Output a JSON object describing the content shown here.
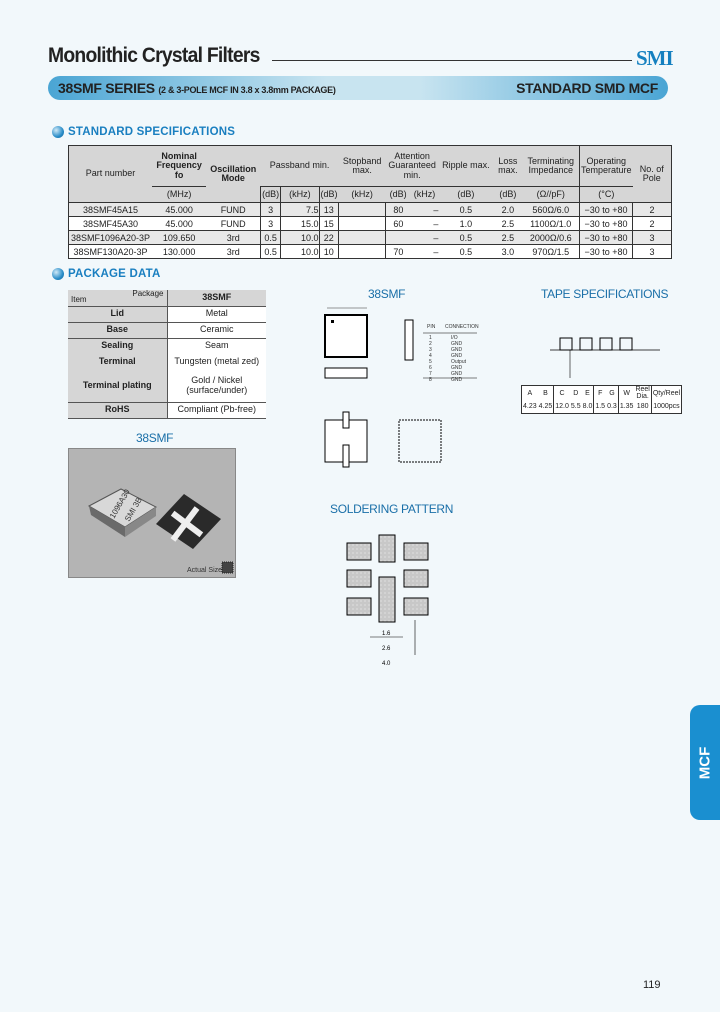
{
  "header": {
    "title": "Monolithic Crystal Filters",
    "brand": "SMI",
    "series": "38SMF SERIES",
    "series_desc": "(2 & 3-POLE MCF IN 3.8 x 3.8mm PACKAGE)",
    "category": "STANDARD SMD MCF"
  },
  "specs": {
    "title": "STANDARD SPECIFICATIONS",
    "headers": [
      "Part number",
      "Nominal Frequency fo",
      "Oscillation Mode",
      "Passband min.",
      "Stopband max.",
      "Attention Guaranteed min.",
      "Ripple max.",
      "Loss max.",
      "Terminating Impedance",
      "Operating Temperature",
      "No. of Pole"
    ],
    "units": [
      "(MHz)",
      "(dB)",
      "(kHz)",
      "(dB)",
      "(kHz)",
      "(dB)",
      "(kHz)",
      "(dB)",
      "(dB)",
      "(Ω//pF)",
      "(°C)"
    ],
    "rows": [
      [
        "38SMF45A15",
        "45.000",
        "FUND",
        "3",
        "7.5",
        "13",
        "",
        "80",
        "–",
        "0.5",
        "2.0",
        "560Ω/6.0",
        "−30 to +80",
        "2"
      ],
      [
        "38SMF45A30",
        "45.000",
        "FUND",
        "3",
        "15.0",
        "15",
        "",
        "60",
        "–",
        "1.0",
        "2.5",
        "1100Ω/1.0",
        "−30 to +80",
        "2"
      ],
      [
        "38SMF1096A20-3P",
        "109.650",
        "3rd",
        "0.5",
        "10.0",
        "22",
        "",
        "",
        "–",
        "0.5",
        "2.5",
        "2000Ω/0.6",
        "−30 to +80",
        "3"
      ],
      [
        "38SMF130A20-3P",
        "130.000",
        "3rd",
        "0.5",
        "10.0",
        "10",
        "",
        "70",
        "–",
        "0.5",
        "3.0",
        "970Ω/1.5",
        "−30 to +80",
        "3"
      ]
    ]
  },
  "package": {
    "title": "PACKAGE DATA",
    "corner_item": "Item",
    "corner_package": "Package",
    "column": "38SMF",
    "rows": [
      [
        "Lid",
        "Metal"
      ],
      [
        "Base",
        "Ceramic"
      ],
      [
        "Sealing",
        "Seam"
      ],
      [
        "Terminal",
        "Tungsten (metal zed)"
      ],
      [
        "Terminal plating",
        "Gold / Nickel (surface/under)"
      ],
      [
        "RoHS",
        "Compliant (Pb-free)"
      ]
    ]
  },
  "photo": {
    "caption": "38SMF",
    "marking_1": "1096A30",
    "marking_2": "SMI 3B",
    "actual_size": "Actual Size"
  },
  "drawing": {
    "caption": "38SMF",
    "pin_header": [
      "PIN",
      "CONNECTION"
    ],
    "pins": [
      [
        "1",
        "I/O"
      ],
      [
        "2",
        "GND"
      ],
      [
        "3",
        "GND"
      ],
      [
        "4",
        "GND"
      ],
      [
        "5",
        "Output"
      ],
      [
        "6",
        "GND"
      ],
      [
        "7",
        "GND"
      ],
      [
        "8",
        "GND"
      ]
    ]
  },
  "tape": {
    "title": "TAPE SPECIFICATIONS",
    "headers": [
      "A",
      "B",
      "C",
      "D",
      "E",
      "F",
      "G",
      "W",
      "Reel Dia.",
      "Qty/Reel"
    ],
    "values": [
      "4.23",
      "4.25",
      "12.0",
      "5.5",
      "8.0",
      "1.5",
      "0.3",
      "1.35",
      "180",
      "1000pcs"
    ]
  },
  "soldering": {
    "title": "SOLDERING PATTERN",
    "dim_1": "1.6",
    "dim_2": "2.6",
    "dim_3": "4.0"
  },
  "side_tab": "MCF",
  "page_number": "119",
  "colors": {
    "accent": "#1a8fd0",
    "heading": "#1a7fc0",
    "table_header": "#d6d6d6"
  }
}
